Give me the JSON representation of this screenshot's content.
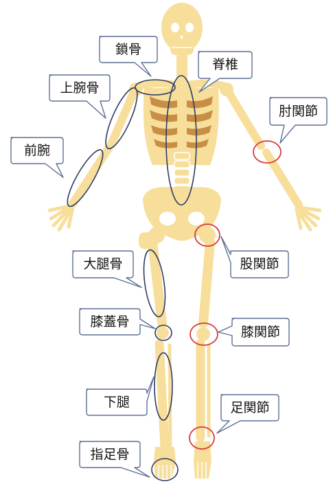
{
  "colors": {
    "bone": "#F7DE9A",
    "bone_dark": "#E9C77A",
    "rib_shadow": "#C98E45",
    "joint_ring": "#D93A3A",
    "bone_ring": "#2B3A63",
    "callout_border": "#5B6F93",
    "callout_fill": "#FFFFFF"
  },
  "labels": {
    "clavicle": "鎖骨",
    "spine": "脊椎",
    "humerus": "上腕骨",
    "elbow": "肘関節",
    "forearm": "前腕",
    "hip": "股関節",
    "femur": "大腿骨",
    "patella": "膝蓋骨",
    "knee": "膝関節",
    "lower_leg": "下腿",
    "ankle": "足関節",
    "toes": "指足骨"
  }
}
